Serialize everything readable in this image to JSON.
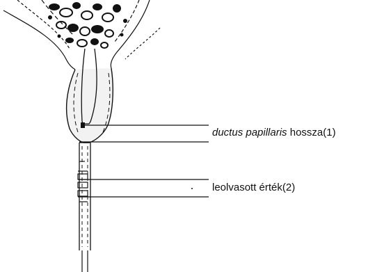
{
  "labels": {
    "ductus_italic": "ductus papillaris",
    "ductus_rest": " hossza(1)",
    "reading": "leolvasott érték(2)"
  },
  "colors": {
    "ink": "#111111",
    "tissue_fill": "#f2f2f2",
    "background": "#ffffff"
  }
}
